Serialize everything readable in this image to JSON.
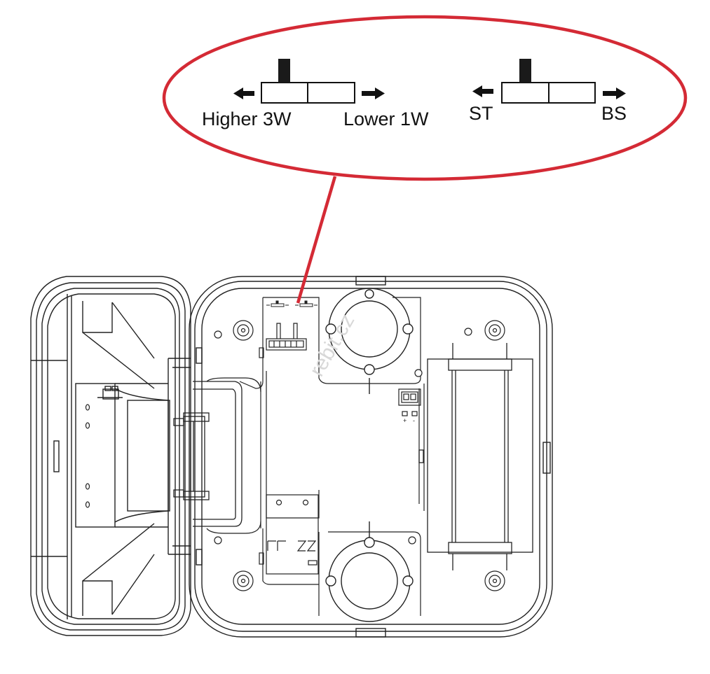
{
  "callout": {
    "power_switch": {
      "left_label": "Higher 3W",
      "right_label": "Lower 1W"
    },
    "mode_switch": {
      "left_label": "ST",
      "right_label": "BS"
    }
  },
  "device": {
    "watermark": "rebit.cz",
    "terminal_polarity": {
      "left": "+",
      "right": "-"
    }
  },
  "colors": {
    "callout_outline": "#d42a35",
    "line_art": "#222222",
    "switch_knob": "#1a1a1a"
  }
}
